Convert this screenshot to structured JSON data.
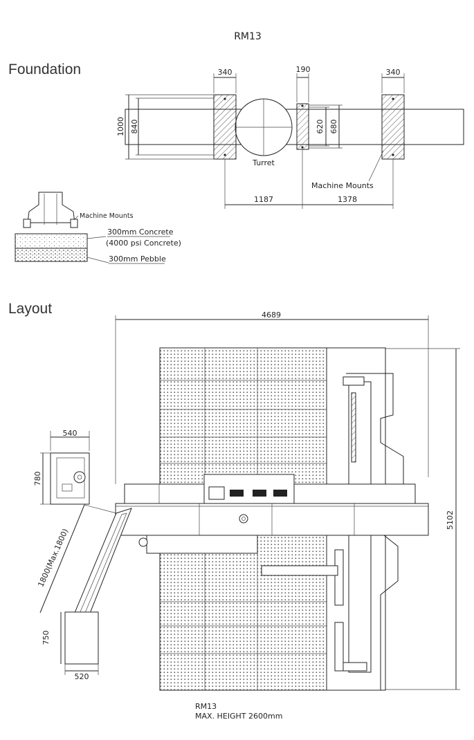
{
  "title": "RM13",
  "foundation": {
    "heading": "Foundation",
    "dims": {
      "left_mount_width": "340",
      "center_mount_width": "190",
      "right_mount_width": "340",
      "overall_height": "1000",
      "inner_height": "840",
      "mount_inner_620": "620",
      "mount_inner_680": "680",
      "span_left": "1187",
      "span_right": "1378"
    },
    "labels": {
      "turret": "Turret",
      "machine_mounts": "Machine Mounts"
    },
    "section": {
      "machine_mounts": "Machine Mounts",
      "concrete": "300mm Concrete",
      "concrete_spec": "(4000 psi Concrete)",
      "pebble": "300mm Pebble"
    }
  },
  "layout": {
    "heading": "Layout",
    "dims": {
      "overall_width": "4689",
      "overall_height": "5102",
      "cabinet_width": "540",
      "cabinet_height": "780",
      "arm_length": "1800(Max.1800)",
      "pendant_height": "750",
      "pendant_width": "520"
    },
    "note_model": "RM13",
    "note_height": "MAX. HEIGHT 2600mm"
  }
}
